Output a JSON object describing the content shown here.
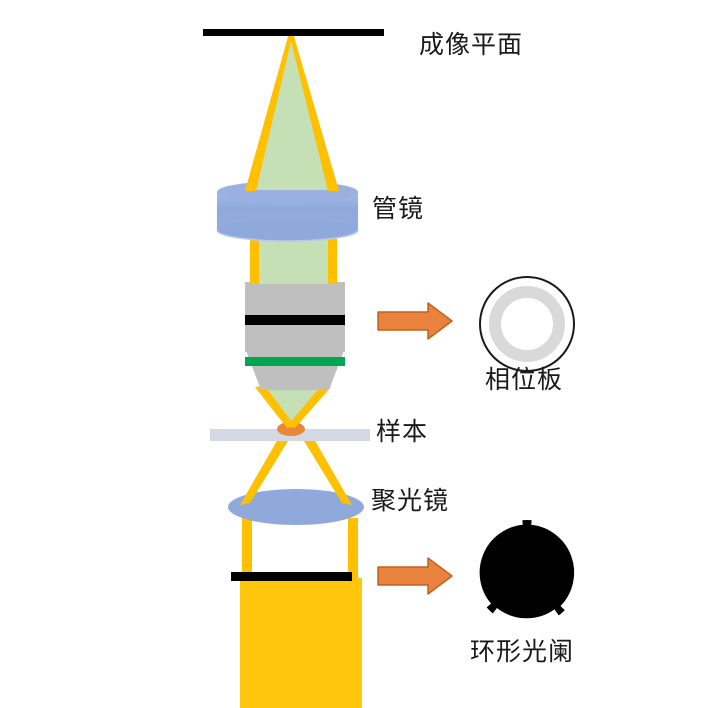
{
  "figure": {
    "title_present": false,
    "subject": "phase-contrast-microscope-light-path",
    "background_color": "#ffffff"
  },
  "labels": {
    "image_plane": "成像平面",
    "tube_lens": "管镜",
    "phase_plate": "相位板",
    "sample": "样本",
    "condenser": "聚光镜",
    "annular_diaphragm": "环形光阑"
  },
  "colors": {
    "ray_yellow": "#ffc000",
    "beam_green": "#c5e0b4",
    "lens_blue": "#8fa9dd",
    "objective_gray": "#bfbfbf",
    "objective_band_black": "#000000",
    "objective_band_green": "#00a650",
    "sample_slide_gray": "#d4d8e2",
    "specimen_orange": "#e8863a",
    "arrow_orange": "#e8823c",
    "arrow_outline": "#c0631f",
    "light_source_yellow": "#ffc60b",
    "stop_black": "#000000",
    "phase_ring_gray": "#d9d9d9",
    "text_black": "#1a1a1a"
  },
  "components": [
    {
      "name": "image-plane-bar",
      "type": "bar",
      "color": "#000000"
    },
    {
      "name": "imaging-beam-cone",
      "type": "cone",
      "color": "#c5e0b4"
    },
    {
      "name": "tube-lens",
      "type": "cylinder-lens",
      "color": "#8fa9dd"
    },
    {
      "name": "objective-lens",
      "type": "barrel",
      "color": "#bfbfbf"
    },
    {
      "name": "sample-slide",
      "type": "slide",
      "color": "#d4d8e2"
    },
    {
      "name": "condenser-lens",
      "type": "ellipse-lens",
      "color": "#8fa9dd"
    },
    {
      "name": "annulus-bar",
      "type": "bar",
      "color": "#000000"
    },
    {
      "name": "light-source",
      "type": "rect",
      "color": "#ffc60b"
    }
  ],
  "callouts": [
    {
      "name": "phase-plate-callout",
      "arrow": "right-arrow",
      "target": "相位板"
    },
    {
      "name": "annulus-callout",
      "arrow": "right-arrow",
      "target": "环形光阑"
    }
  ]
}
